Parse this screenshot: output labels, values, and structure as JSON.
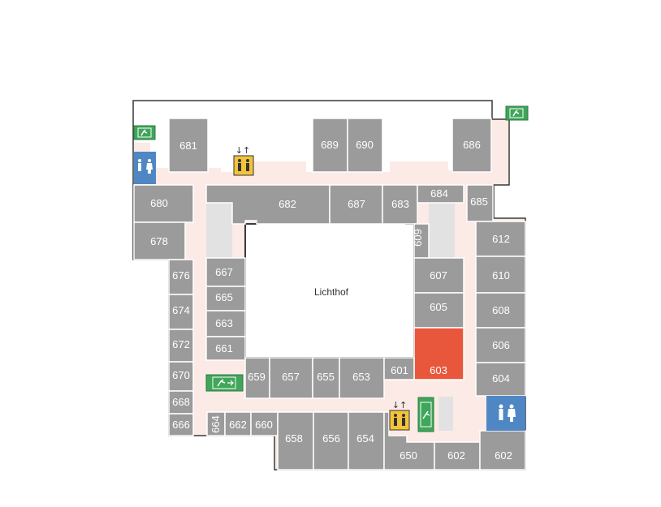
{
  "courtyard_label": "Lichthof",
  "colors": {
    "room": "#9b9b9b",
    "room_highlight": "#e8573c",
    "corridor": "#fbeae5",
    "stair": "#e2e2e2",
    "exit_sign": "#3fa65a",
    "wc": "#4f87c5",
    "elevator": "#f3c33a",
    "outline": "#3a3a3a"
  },
  "highlighted_room": "603",
  "rooms": {
    "r681": "681",
    "r689": "689",
    "r690": "690",
    "r686": "686",
    "r680": "680",
    "r678": "678",
    "r682": "682",
    "r687": "687",
    "r683": "683",
    "r684": "684",
    "r685": "685",
    "r609": "609",
    "r612": "612",
    "r676": "676",
    "r667": "667",
    "r607": "607",
    "r610": "610",
    "r674": "674",
    "r665": "665",
    "r605": "605",
    "r608": "608",
    "r672": "672",
    "r663": "663",
    "r661": "661",
    "r606": "606",
    "r670": "670",
    "r659": "659",
    "r657": "657",
    "r655": "655",
    "r653": "653",
    "r601": "601",
    "r603": "603",
    "r604": "604",
    "r668": "668",
    "r666": "666",
    "r664": "664",
    "r662": "662",
    "r660": "660",
    "r658": "658",
    "r656": "656",
    "r654": "654",
    "r650": "650",
    "r602a": "602",
    "r602b": "602"
  },
  "icons": {
    "exit": "emergency-exit-sign",
    "wc": "restroom-sign",
    "elevator": "elevator-sign"
  }
}
